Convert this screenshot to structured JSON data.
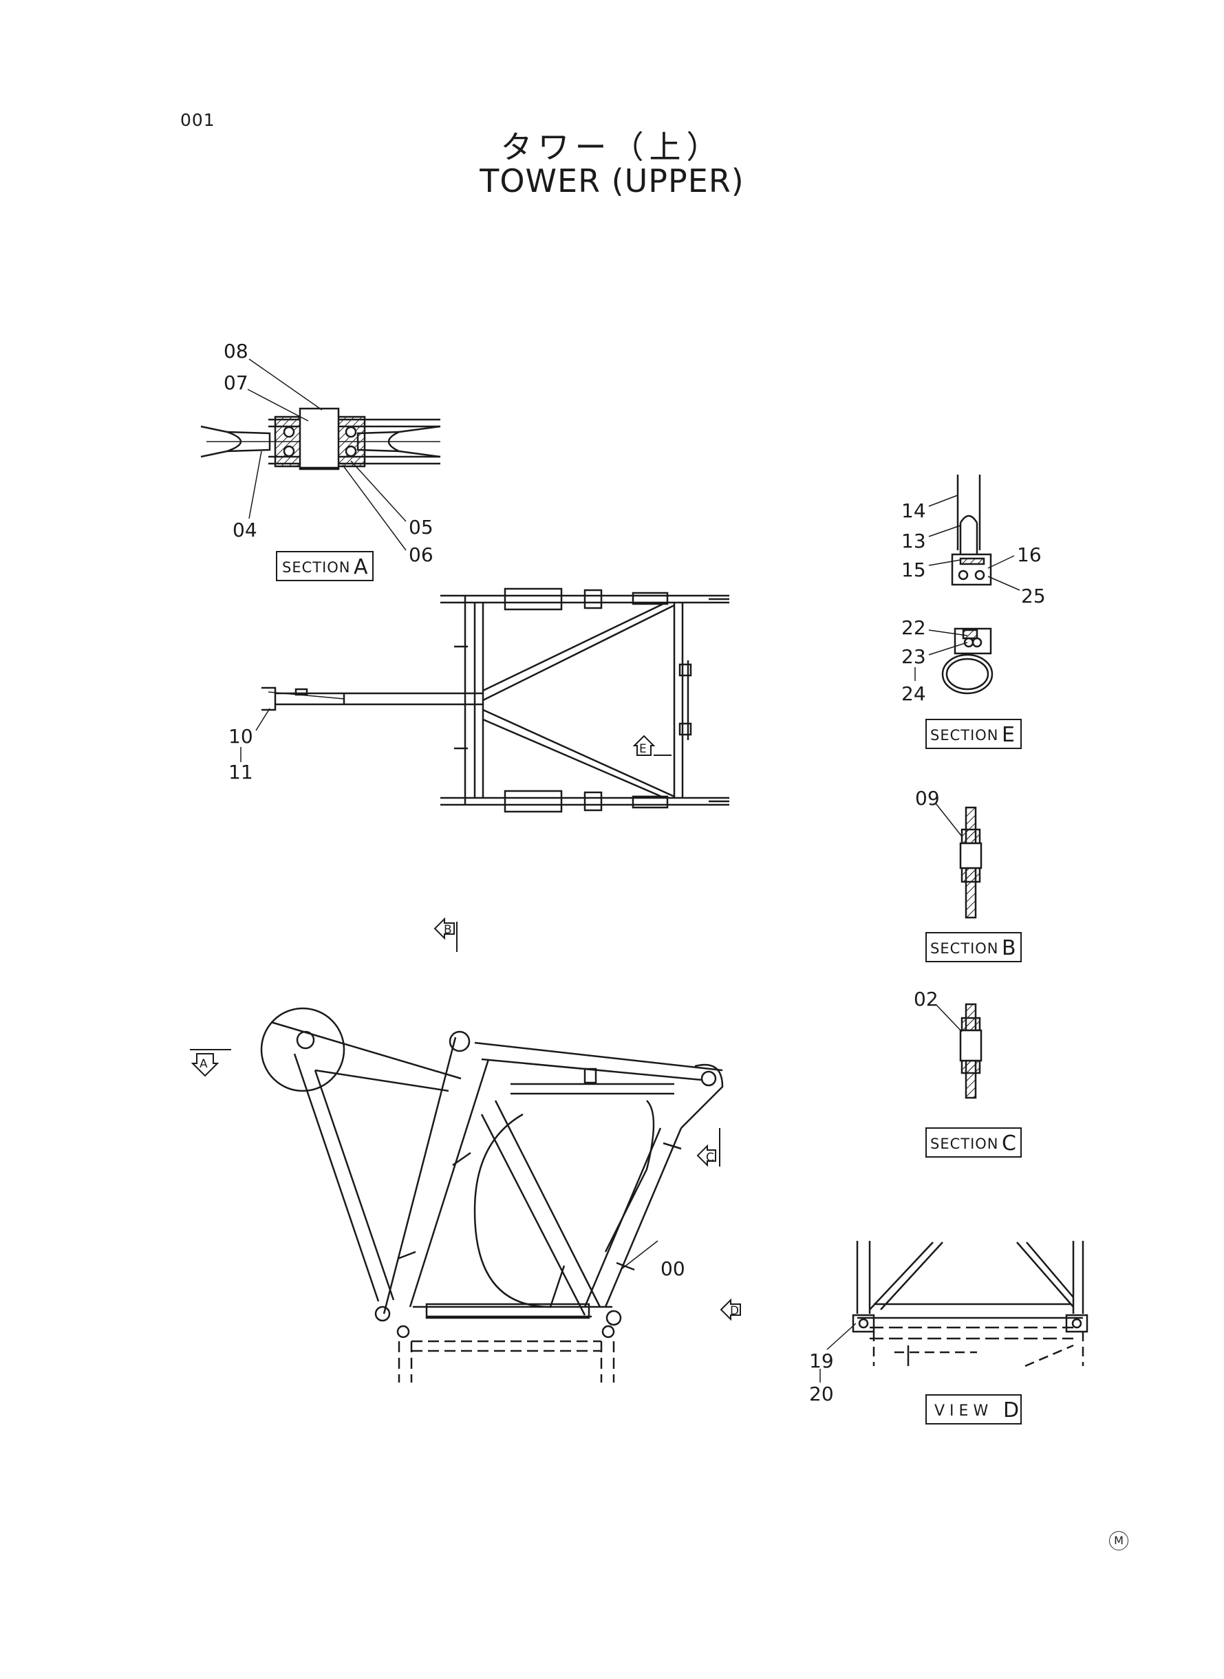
{
  "page_number": "001",
  "title_jp": "タワー（上）",
  "title_en": "TOWER (UPPER)",
  "callouts": {
    "c08": "08",
    "c07": "07",
    "c04": "04",
    "c05": "05",
    "c06": "06",
    "c10": "10",
    "c11": "11",
    "c14": "14",
    "c13": "13",
    "c15": "15",
    "c16": "16",
    "c25": "25",
    "c22": "22",
    "c23": "23",
    "c24": "24",
    "c09": "09",
    "c02": "02",
    "c00": "00",
    "c19": "19",
    "c20": "20"
  },
  "labels": {
    "section_word": "SECTION",
    "section_a": "A",
    "section_b": "B",
    "section_c": "C",
    "section_e": "E",
    "view_word": "VIEW",
    "view_d": "D"
  },
  "view_arrows": {
    "a": "A",
    "b": "B",
    "c": "C",
    "d": "D",
    "e": "E"
  },
  "mark": "M"
}
